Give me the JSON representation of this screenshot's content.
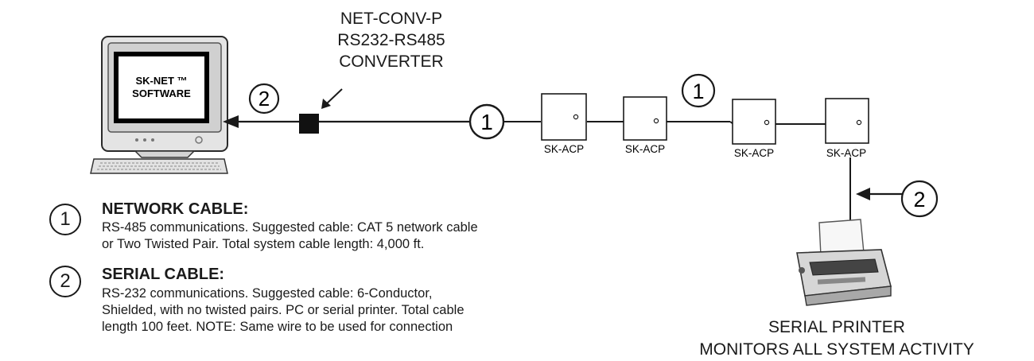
{
  "converter": {
    "line1": "NET-CONV-P",
    "line2": "RS232-RS485",
    "line3": "CONVERTER"
  },
  "computer": {
    "screen_line1": "SK-NET ™",
    "screen_line2": "SOFTWARE"
  },
  "panels": [
    {
      "label": "SK-ACP"
    },
    {
      "label": "SK-ACP"
    },
    {
      "label": "SK-ACP"
    },
    {
      "label": "SK-ACP"
    }
  ],
  "callouts": {
    "one": "1",
    "two": "2"
  },
  "legend": [
    {
      "number": "1",
      "title": "NETWORK CABLE:",
      "line1": "RS-485 communications.  Suggested cable: CAT 5 network cable",
      "line2": "or Two Twisted Pair. Total system cable length: 4,000 ft."
    },
    {
      "number": "2",
      "title": "SERIAL CABLE:",
      "line1": "RS-232 communications. Suggested cable: 6-Conductor,",
      "line2": "Shielded, with no twisted pairs.  PC or serial printer. Total cable",
      "line3": "length 100 feet.  NOTE:  Same wire to be used for connection"
    }
  ],
  "printer": {
    "caption_line1": "SERIAL PRINTER",
    "caption_line2": "MONITORS ALL SYSTEM ACTIVITY"
  }
}
